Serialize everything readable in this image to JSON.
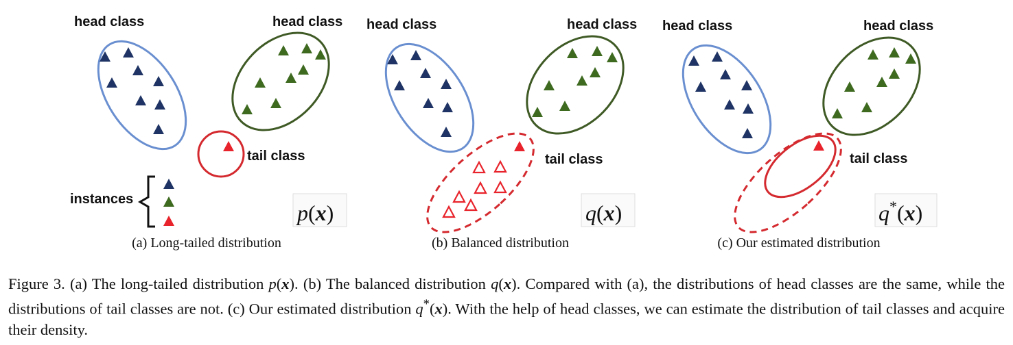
{
  "panels": [
    {
      "head_label_left": "head class",
      "head_label_right": "head class",
      "tail_label": "tail class",
      "instances_label": "instances",
      "formula": {
        "fn": "p",
        "sup": "",
        "arg": "x"
      },
      "subcaption": "(a) Long-tailed distribution"
    },
    {
      "head_label_left": "head class",
      "head_label_right": "head class",
      "tail_label": "tail class",
      "formula": {
        "fn": "q",
        "sup": "",
        "arg": "x"
      },
      "subcaption": "(b) Balanced distribution"
    },
    {
      "head_label_left": "head class",
      "head_label_right": "head class",
      "tail_label": "tail class",
      "formula": {
        "fn": "q",
        "sup": "*",
        "arg": "x"
      },
      "subcaption": "(c) Our estimated distribution"
    }
  ],
  "caption": {
    "figure_label": "Figure 3.",
    "t1": " (a) The long-tailed distribution ",
    "m1_fn": "p",
    "m1_arg": "x",
    "t2": ". (b) The balanced distribution ",
    "m2_fn": "q",
    "m2_arg": "x",
    "t3": ". Compared with (a), the distributions of head classes are the same, while the distributions of tail classes are not. (c) Our estimated distribution ",
    "m3_fn": "q",
    "m3_sup": "*",
    "m3_arg": "x",
    "t4": ". With the help of head classes, we can estimate the distribution of tail classes and acquire their density."
  },
  "colors": {
    "head_left_outline": "#6a8fd0",
    "head_left_marker": "#1f3464",
    "head_right_outline": "#3f5a25",
    "head_right_marker": "#3e6a20",
    "tail": "#d42a2f",
    "tail_marker": "#e8232b"
  },
  "icons": {
    "head_left_marker": "filled-triangle",
    "head_right_marker": "filled-triangle",
    "tail_marker": "filled-triangle",
    "tail_sample_marker": "outline-triangle",
    "instances_bracket": "left-curly-brace"
  }
}
